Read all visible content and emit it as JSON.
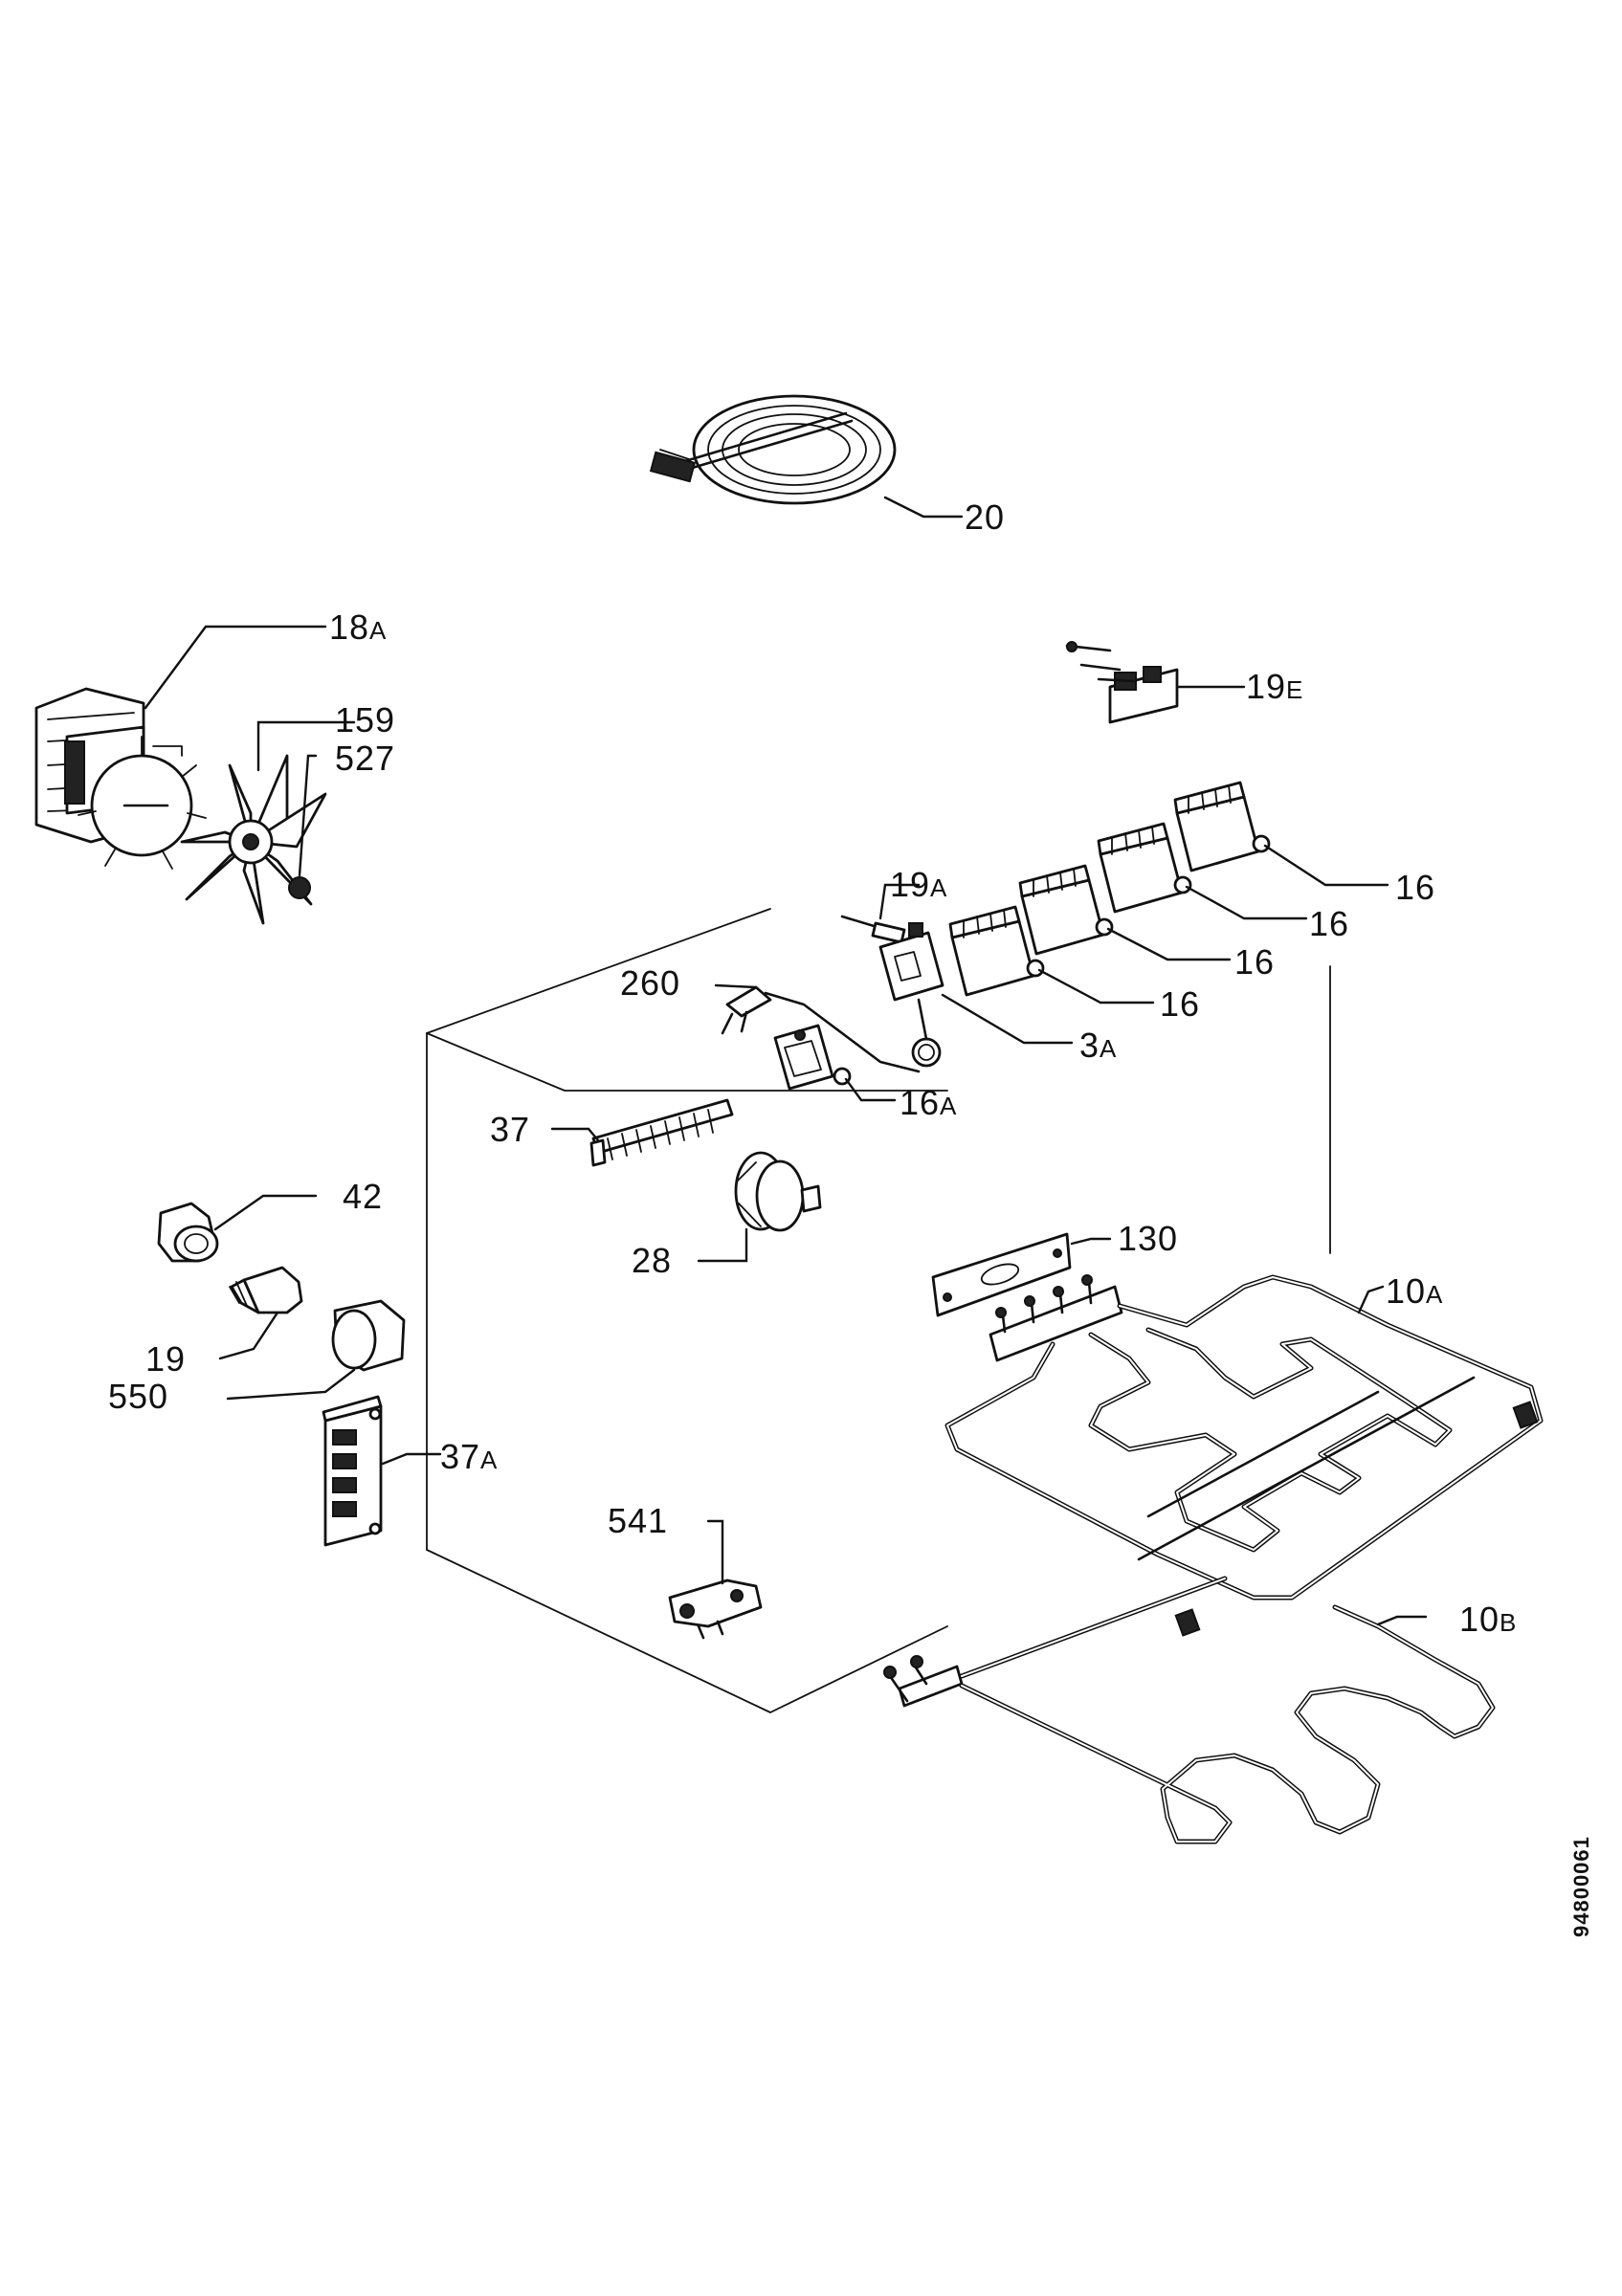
{
  "diagram": {
    "document_id": "94800061",
    "labels": {
      "p20": "20",
      "p18A": "18",
      "p18A_sub": "A",
      "p159": "159",
      "p527": "527",
      "p19E": "19",
      "p19E_sub": "E",
      "p19A": "19",
      "p19A_sub": "A",
      "p16_1": "16",
      "p16_2": "16",
      "p16_3": "16",
      "p16_4": "16",
      "p260": "260",
      "p3A": "3",
      "p3A_sub": "A",
      "p16A": "16",
      "p16A_sub": "A",
      "p37": "37",
      "p42": "42",
      "p28": "28",
      "p130": "130",
      "p10A": "10",
      "p10A_sub": "A",
      "p19": "19",
      "p550": "550",
      "p37A": "37",
      "p37A_sub": "A",
      "p541": "541",
      "p10B": "10",
      "p10B_sub": "B"
    }
  }
}
